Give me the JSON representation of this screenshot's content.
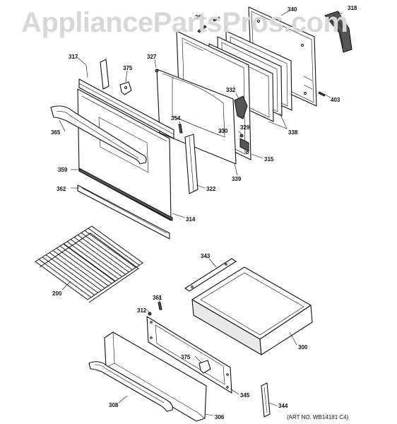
{
  "watermark": "AppliancePartsPros.com",
  "art_number": "(ART NO. WB14181 C4)",
  "labels": {
    "l318": "318",
    "l340": "340",
    "l361a": "361",
    "l327": "327",
    "l317": "317",
    "l375a": "375",
    "l403": "403",
    "l332": "332",
    "l365": "365",
    "l354": "354",
    "l330": "330",
    "l329": "329",
    "l338": "338",
    "l315": "315",
    "l359": "359",
    "l339": "339",
    "l362": "362",
    "l322": "322",
    "l314": "314",
    "l343": "343",
    "l200": "200",
    "l361b": "361",
    "l312": "312",
    "l300": "300",
    "l375b": "375",
    "l345": "345",
    "l308": "308",
    "l344": "344",
    "l306": "306"
  }
}
